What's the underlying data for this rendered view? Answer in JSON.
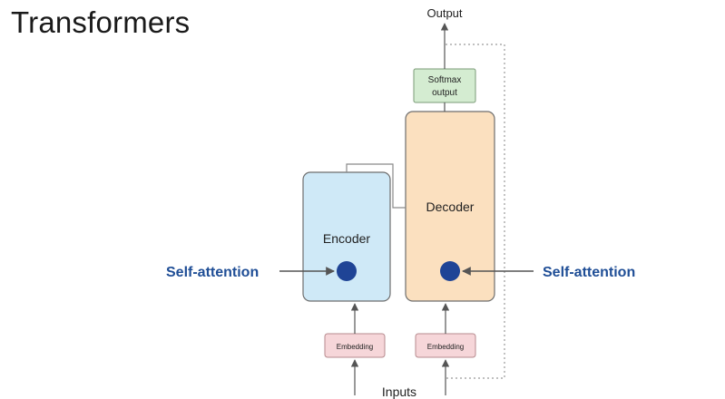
{
  "slide": {
    "title": "Transformers"
  },
  "diagram": {
    "output_label": "Output",
    "inputs_label": "Inputs",
    "softmax_line1": "Softmax",
    "softmax_line2": "output",
    "encoder_label": "Encoder",
    "decoder_label": "Decoder",
    "embedding_left_label": "Embedding",
    "embedding_right_label": "Embedding",
    "self_attention_left_label": "Self-attention",
    "self_attention_right_label": "Self-attention"
  },
  "colors": {
    "encoder_fill": "#cfe9f7",
    "decoder_fill": "#fbe0bf",
    "softmax_fill": "#d4ecd1",
    "embedding_fill": "#f6d6d9",
    "attention_dot": "#1f4496",
    "self_attention_text": "#1f4e96",
    "box_stroke": "#6e6e6e",
    "arrow": "#555555"
  }
}
